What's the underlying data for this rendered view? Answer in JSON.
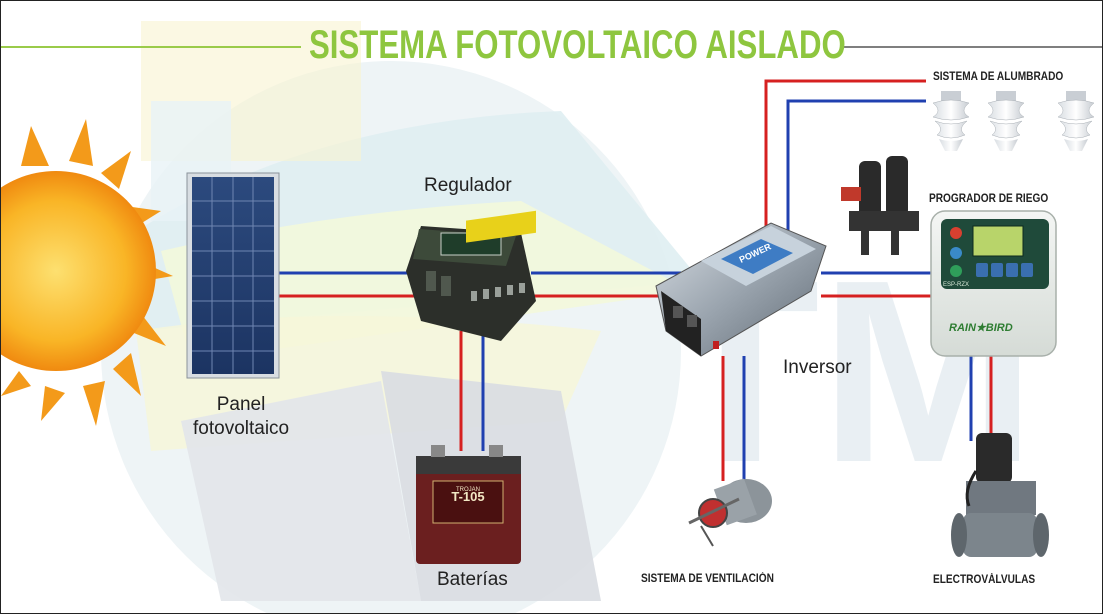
{
  "title": "SISTEMA FOTOVOLTAICO AISLADO",
  "components": {
    "panel": "Panel\nfotovoltaico",
    "regulator": "Regulador",
    "batteries": "Baterías",
    "inverter": "Inversor",
    "lighting": "SISTEMA DE ALUMBRADO",
    "irrigation_controller": "PROGRADOR DE RIEGO",
    "ventilation": "SISTEMA DE VENTILACIÓN",
    "valves": "ELECTROVÁLVULAS"
  },
  "device_text": {
    "battery_brand": "T-105",
    "battery_maker": "TROJAN",
    "controller_brand": "RAIN★BIRD",
    "controller_model": "ESP-RZX",
    "inverter_brand": "POWER",
    "watermark": "TM"
  },
  "colors": {
    "title_green": "#8ec63f",
    "positive_wire": "#d62020",
    "negative_wire": "#2040b0",
    "sun": "#f7a21b"
  }
}
